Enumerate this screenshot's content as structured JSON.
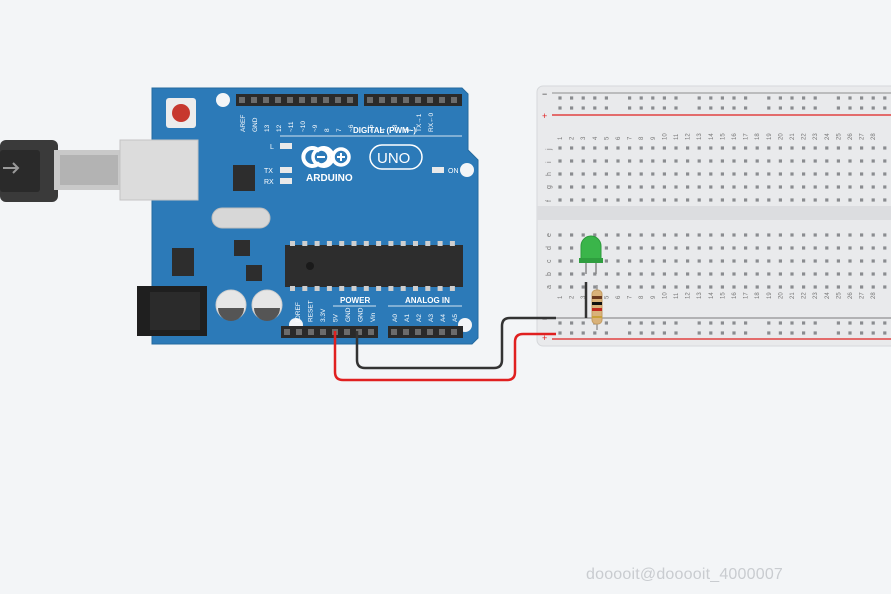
{
  "arduino": {
    "brand": "ARDUINO",
    "model": "UNO",
    "digital_label": "DIGITAL (PWM~)",
    "power_label": "POWER",
    "analog_label": "ANALOG IN",
    "on_label": "ON",
    "led_labels": [
      "L",
      "TX",
      "RX"
    ],
    "digital_pins": [
      "AREF",
      "GND",
      "13",
      "12",
      "~11",
      "~10",
      "~9",
      "8",
      "7",
      "~6",
      "~5",
      "4",
      "~3",
      "2",
      "TX→1",
      "RX←0"
    ],
    "power_pins": [
      "IOREF",
      "RESET",
      "3.3V",
      "5V",
      "GND",
      "GND",
      "Vin"
    ],
    "analog_pins": [
      "A0",
      "A1",
      "A2",
      "A3",
      "A4",
      "A5"
    ]
  },
  "breadboard": {
    "row_letters_top": [
      "j",
      "i",
      "h",
      "g",
      "f"
    ],
    "row_letters_bottom": [
      "e",
      "d",
      "c",
      "b",
      "a"
    ],
    "column_numbers": [
      "1",
      "2",
      "3",
      "4",
      "5",
      "6",
      "7",
      "8",
      "9",
      "10",
      "11",
      "12",
      "13",
      "14",
      "15",
      "16",
      "17",
      "18",
      "19",
      "20",
      "21",
      "22",
      "23",
      "24",
      "25",
      "26",
      "27",
      "28"
    ],
    "rail_minus": "−",
    "rail_plus": "+"
  },
  "colors": {
    "background": "#f3f5f7",
    "board": "#2c7ab8",
    "wire_red": "#e02020",
    "wire_black": "#333333",
    "led_green": "#3ab54a",
    "breadboard": "#e9eaec"
  },
  "watermark": "dooooit@dooooit_4000007"
}
